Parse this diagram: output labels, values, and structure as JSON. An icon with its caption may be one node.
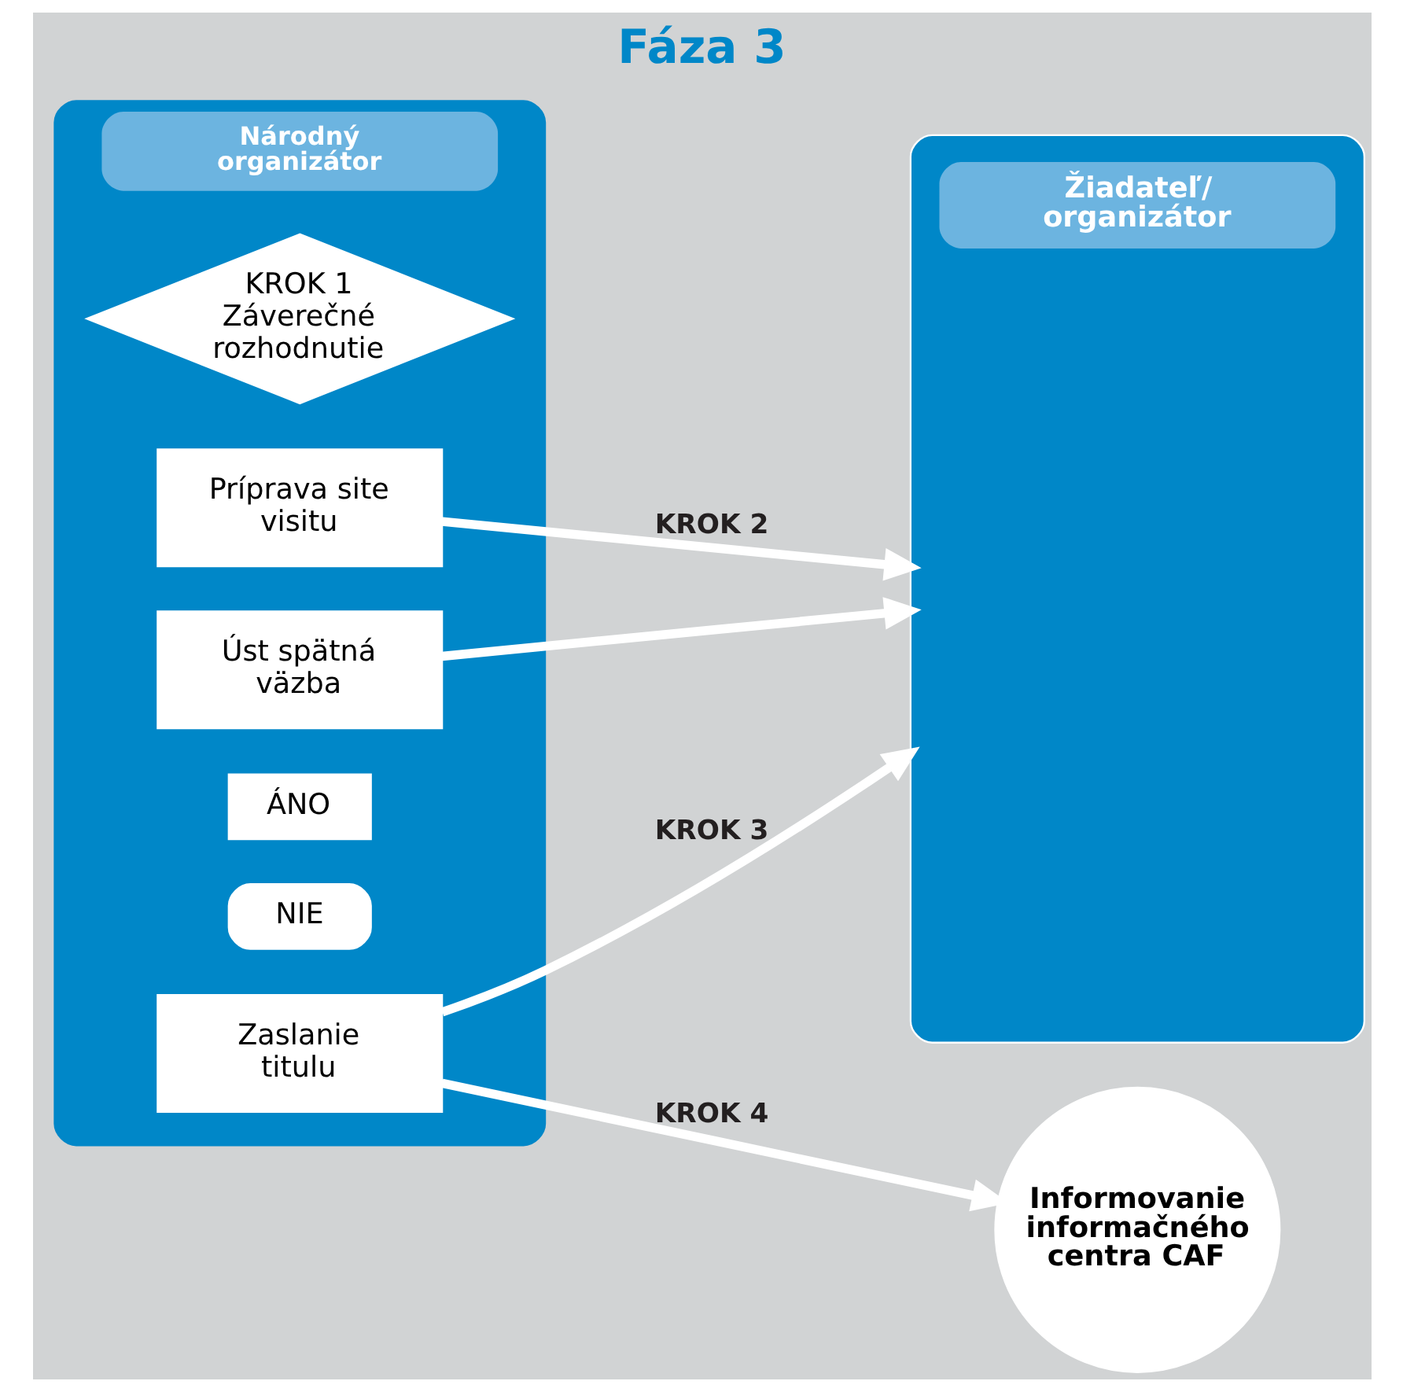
{
  "diagram": {
    "title": "Fáza 3",
    "nodes": [
      {
        "text": [
          "Národný organizátor"
        ]
      },
      {
        "text": [
          "KROK 1 Záverečné rozhodnutie"
        ],
        "in": 0
      },
      {
        "text": [
          "Príprava site visitu"
        ],
        "in": 0
      },
      {
        "text": [
          "Úst spätná väzba"
        ],
        "in": 0
      },
      {
        "text": [
          "ÁNO"
        ],
        "in": 0
      },
      {
        "text": [
          "NIE"
        ],
        "in": 0
      },
      {
        "text": [
          "Zaslanie titulu"
        ],
        "in": 0
      },
      {
        "text": [
          "Žiadateľ/ organizátor"
        ]
      },
      {
        "text": [
          "Informovanie informačného centra CAF"
        ]
      }
    ],
    "edges": [
      {
        "from": 2,
        "to": 7,
        "arrow": "to",
        "label": "KROK 2"
      },
      {
        "from": 3,
        "to": 7,
        "arrow": "to"
      },
      {
        "from": 6,
        "to": 7,
        "arrow": "to",
        "label": "KROK 3"
      },
      {
        "from": 6,
        "to": 8,
        "arrow": "to",
        "label": "KROK 4"
      }
    ]
  }
}
